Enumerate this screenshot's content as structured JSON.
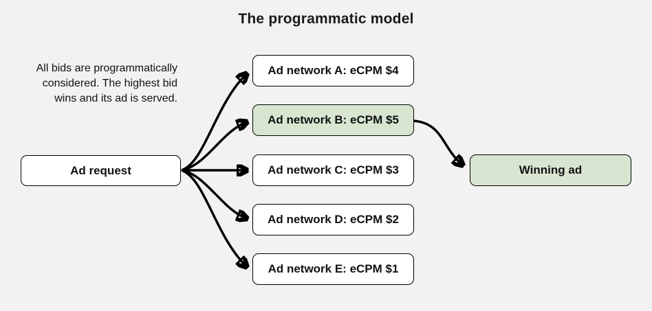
{
  "title": "The programmatic model",
  "description_lines": [
    "All bids are programmatically",
    "considered. The highest bid",
    "wins and its ad is served."
  ],
  "nodes": {
    "request": {
      "label": "Ad request"
    },
    "winning": {
      "label": "Winning ad",
      "highlighted": true
    }
  },
  "networks": [
    {
      "id": "A",
      "label": "Ad network A: eCPM $4",
      "ecpm_usd": 4,
      "highlighted": false
    },
    {
      "id": "B",
      "label": "Ad network B: eCPM $5",
      "ecpm_usd": 5,
      "highlighted": true
    },
    {
      "id": "C",
      "label": "Ad network C: eCPM $3",
      "ecpm_usd": 3,
      "highlighted": false
    },
    {
      "id": "D",
      "label": "Ad network D: eCPM $2",
      "ecpm_usd": 2,
      "highlighted": false
    },
    {
      "id": "E",
      "label": "Ad network E: eCPM $1",
      "ecpm_usd": 1,
      "highlighted": false
    }
  ],
  "colors": {
    "background": "#f2f2f2",
    "highlight_green": "#d8e6d1",
    "box_fill": "#ffffff",
    "box_border": "#000000",
    "text": "#111111",
    "arrow": "#000000"
  }
}
